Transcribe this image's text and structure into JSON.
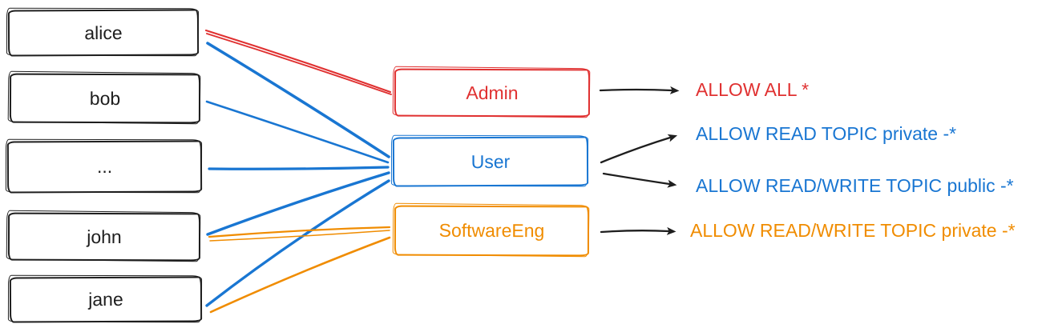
{
  "colors": {
    "ink": "#1e1e1e",
    "red": "#e03131",
    "blue": "#1976d2",
    "orange": "#f08c00",
    "background": "#ffffff"
  },
  "diagram": {
    "users": {
      "items": [
        {
          "label": "alice"
        },
        {
          "label": "bob"
        },
        {
          "label": "..."
        },
        {
          "label": "john"
        },
        {
          "label": "jane"
        }
      ]
    },
    "roles": {
      "items": [
        {
          "label": "Admin",
          "color": "#e03131"
        },
        {
          "label": "User",
          "color": "#1976d2"
        },
        {
          "label": "SoftwareEng",
          "color": "#f08c00"
        }
      ]
    },
    "rules": {
      "items": [
        {
          "label": "ALLOW ALL *",
          "color": "#e03131"
        },
        {
          "label": "ALLOW READ TOPIC private -*",
          "color": "#1976d2"
        },
        {
          "label": "ALLOW READ/WRITE TOPIC public -*",
          "color": "#1976d2"
        },
        {
          "label": "ALLOW READ/WRITE TOPIC private -*",
          "color": "#f08c00"
        }
      ]
    },
    "user_role_edges": [
      {
        "from": "alice",
        "to": "Admin",
        "color": "#e03131"
      },
      {
        "from": "alice",
        "to": "User",
        "color": "#1976d2"
      },
      {
        "from": "bob",
        "to": "User",
        "color": "#1976d2"
      },
      {
        "from": "...",
        "to": "User",
        "color": "#1976d2"
      },
      {
        "from": "john",
        "to": "User",
        "color": "#1976d2"
      },
      {
        "from": "john",
        "to": "SoftwareEng",
        "color": "#f08c00"
      },
      {
        "from": "jane",
        "to": "User",
        "color": "#1976d2"
      },
      {
        "from": "jane",
        "to": "SoftwareEng",
        "color": "#f08c00"
      }
    ],
    "role_rule_edges": [
      {
        "from": "Admin",
        "to": "ALLOW ALL *"
      },
      {
        "from": "User",
        "to": "ALLOW READ TOPIC private -*"
      },
      {
        "from": "User",
        "to": "ALLOW READ/WRITE TOPIC public -*"
      },
      {
        "from": "SoftwareEng",
        "to": "ALLOW READ/WRITE TOPIC private -*"
      }
    ]
  }
}
